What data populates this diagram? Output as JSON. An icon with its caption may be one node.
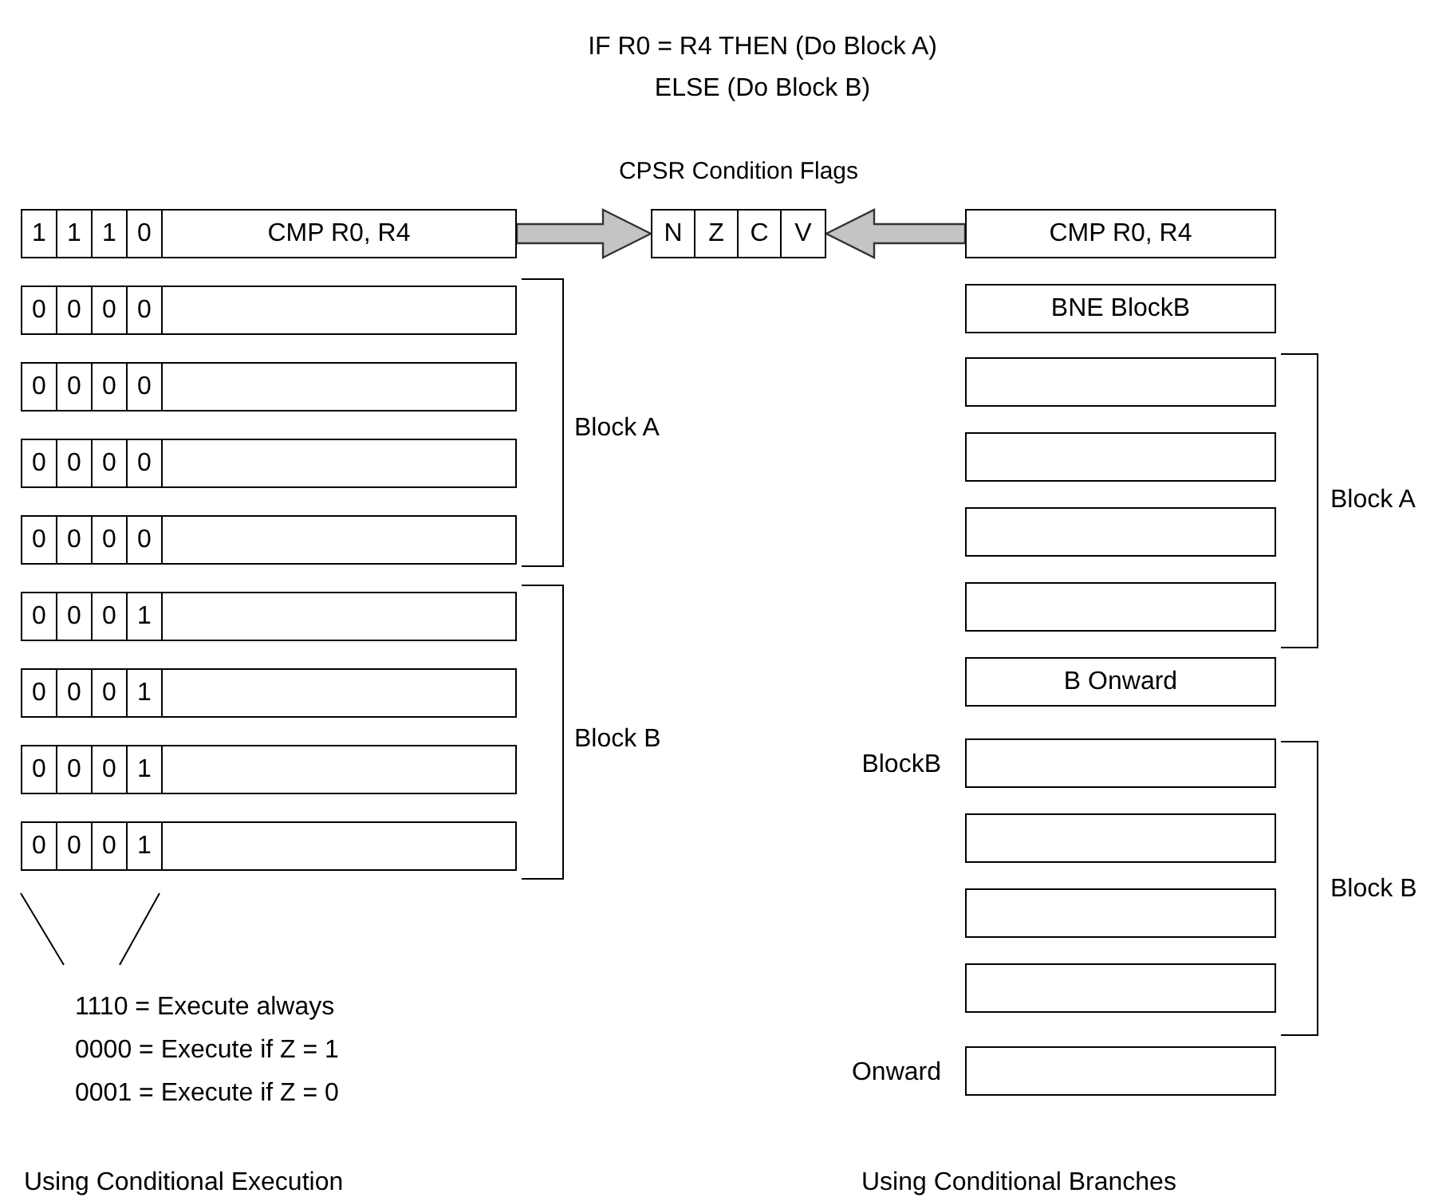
{
  "diagram": {
    "title": "IF R0 = R4 THEN (Do Block A) ELSE (Do Block B)",
    "nodes": [
      {
        "text": [
          "1",
          "1",
          "1",
          "0",
          "CMP R0, R4"
        ]
      },
      {
        "text": [
          "0",
          "0",
          "0",
          "0"
        ]
      },
      {
        "text": [
          "0",
          "0",
          "0",
          "0"
        ]
      },
      {
        "text": [
          "0",
          "0",
          "0",
          "0"
        ]
      },
      {
        "text": [
          "0",
          "0",
          "0",
          "0"
        ]
      },
      {
        "text": [
          "0",
          "0",
          "0",
          "1"
        ]
      },
      {
        "text": [
          "0",
          "0",
          "0",
          "1"
        ]
      },
      {
        "text": [
          "0",
          "0",
          "0",
          "1"
        ]
      },
      {
        "text": [
          "0",
          "0",
          "0",
          "1"
        ]
      },
      {
        "text": [
          "N",
          "Z",
          "C",
          "V"
        ],
        "beside": [
          "CPSR Condition Flags"
        ]
      },
      {
        "text": [
          "CMP R0, R4"
        ]
      },
      {
        "text": [
          "BNE BlockB"
        ]
      },
      {
        "text": [],
        "shape": "box"
      },
      {
        "text": [],
        "shape": "box"
      },
      {
        "text": [],
        "shape": "box"
      },
      {
        "text": [],
        "shape": "box"
      },
      {
        "text": [
          "B Onward"
        ]
      },
      {
        "text": [],
        "shape": "box",
        "beside": [
          "BlockB"
        ]
      },
      {
        "text": [],
        "shape": "box"
      },
      {
        "text": [],
        "shape": "box"
      },
      {
        "text": [],
        "shape": "box"
      },
      {
        "text": [],
        "shape": "box",
        "beside": [
          "Onward"
        ]
      }
    ],
    "edges": [
      {
        "from": 0,
        "to": 9,
        "arrow": "to",
        "style": "thick"
      },
      {
        "from": 10,
        "to": 9,
        "arrow": "to",
        "style": "thick"
      }
    ],
    "labels": [
      "Block A",
      "Block B",
      "1110 = Execute always",
      "0000 = Execute if Z = 1",
      "0001 = Execute if Z = 0",
      "Using Conditional Execution",
      "Block A",
      "Block B",
      "Using Conditional Branches"
    ]
  }
}
